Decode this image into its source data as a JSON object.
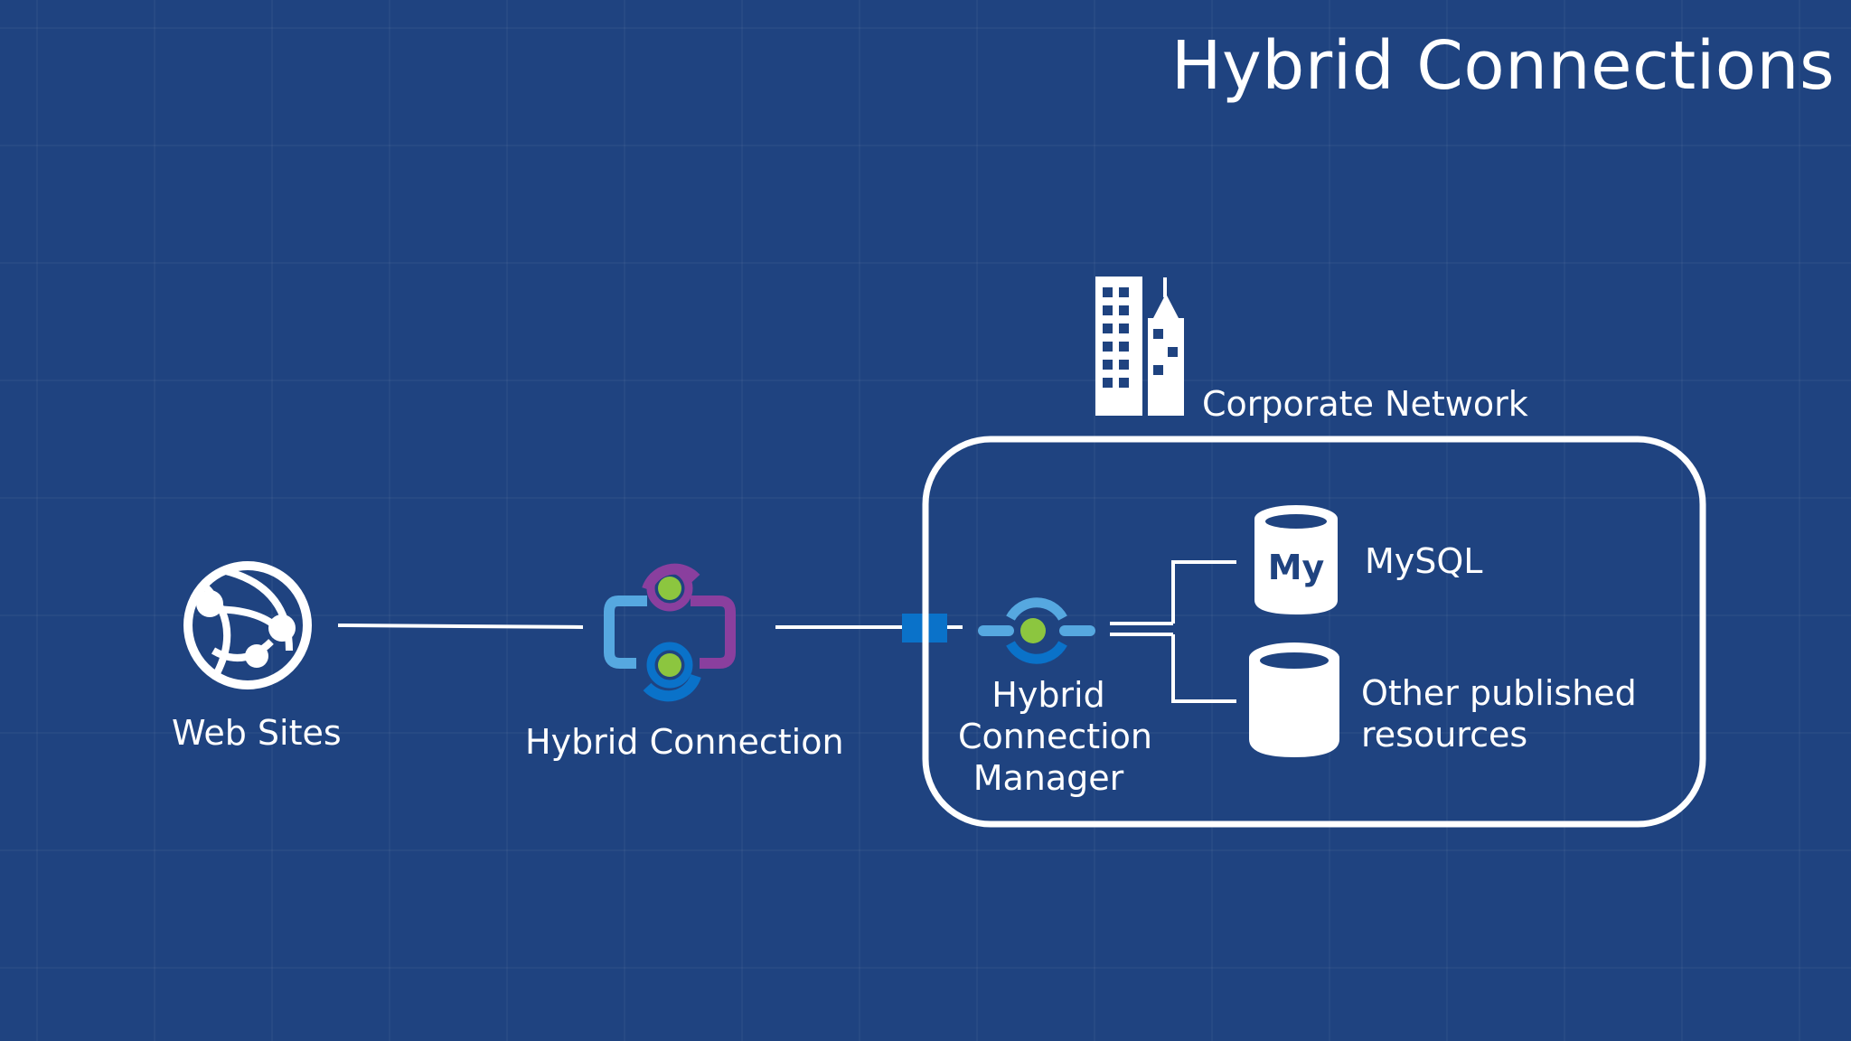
{
  "title": "Hybrid Connections",
  "nodes": {
    "web_sites": {
      "label": "Web Sites",
      "icon": "globe-icon"
    },
    "hybrid_connection": {
      "label": "Hybrid Connection",
      "icon": "hybrid-connection-icon"
    },
    "hybrid_connection_manager": {
      "label_lines": [
        "Hybrid",
        "Connection",
        "Manager"
      ],
      "icon": "connection-manager-icon"
    },
    "corporate_network": {
      "label": "Corporate Network",
      "icon": "buildings-icon"
    },
    "mysql": {
      "label": "MySQL",
      "icon": "mysql-database-icon",
      "icon_text": "My"
    },
    "other_resources": {
      "label_lines": [
        "Other published",
        "resources"
      ],
      "icon": "database-icon"
    }
  },
  "colors": {
    "background": "#1f4380",
    "line": "#ffffff",
    "accent_blue": "#0a72c9",
    "light_blue": "#56a8e0",
    "purple": "#8a3f9e",
    "green": "#8cc63f"
  }
}
